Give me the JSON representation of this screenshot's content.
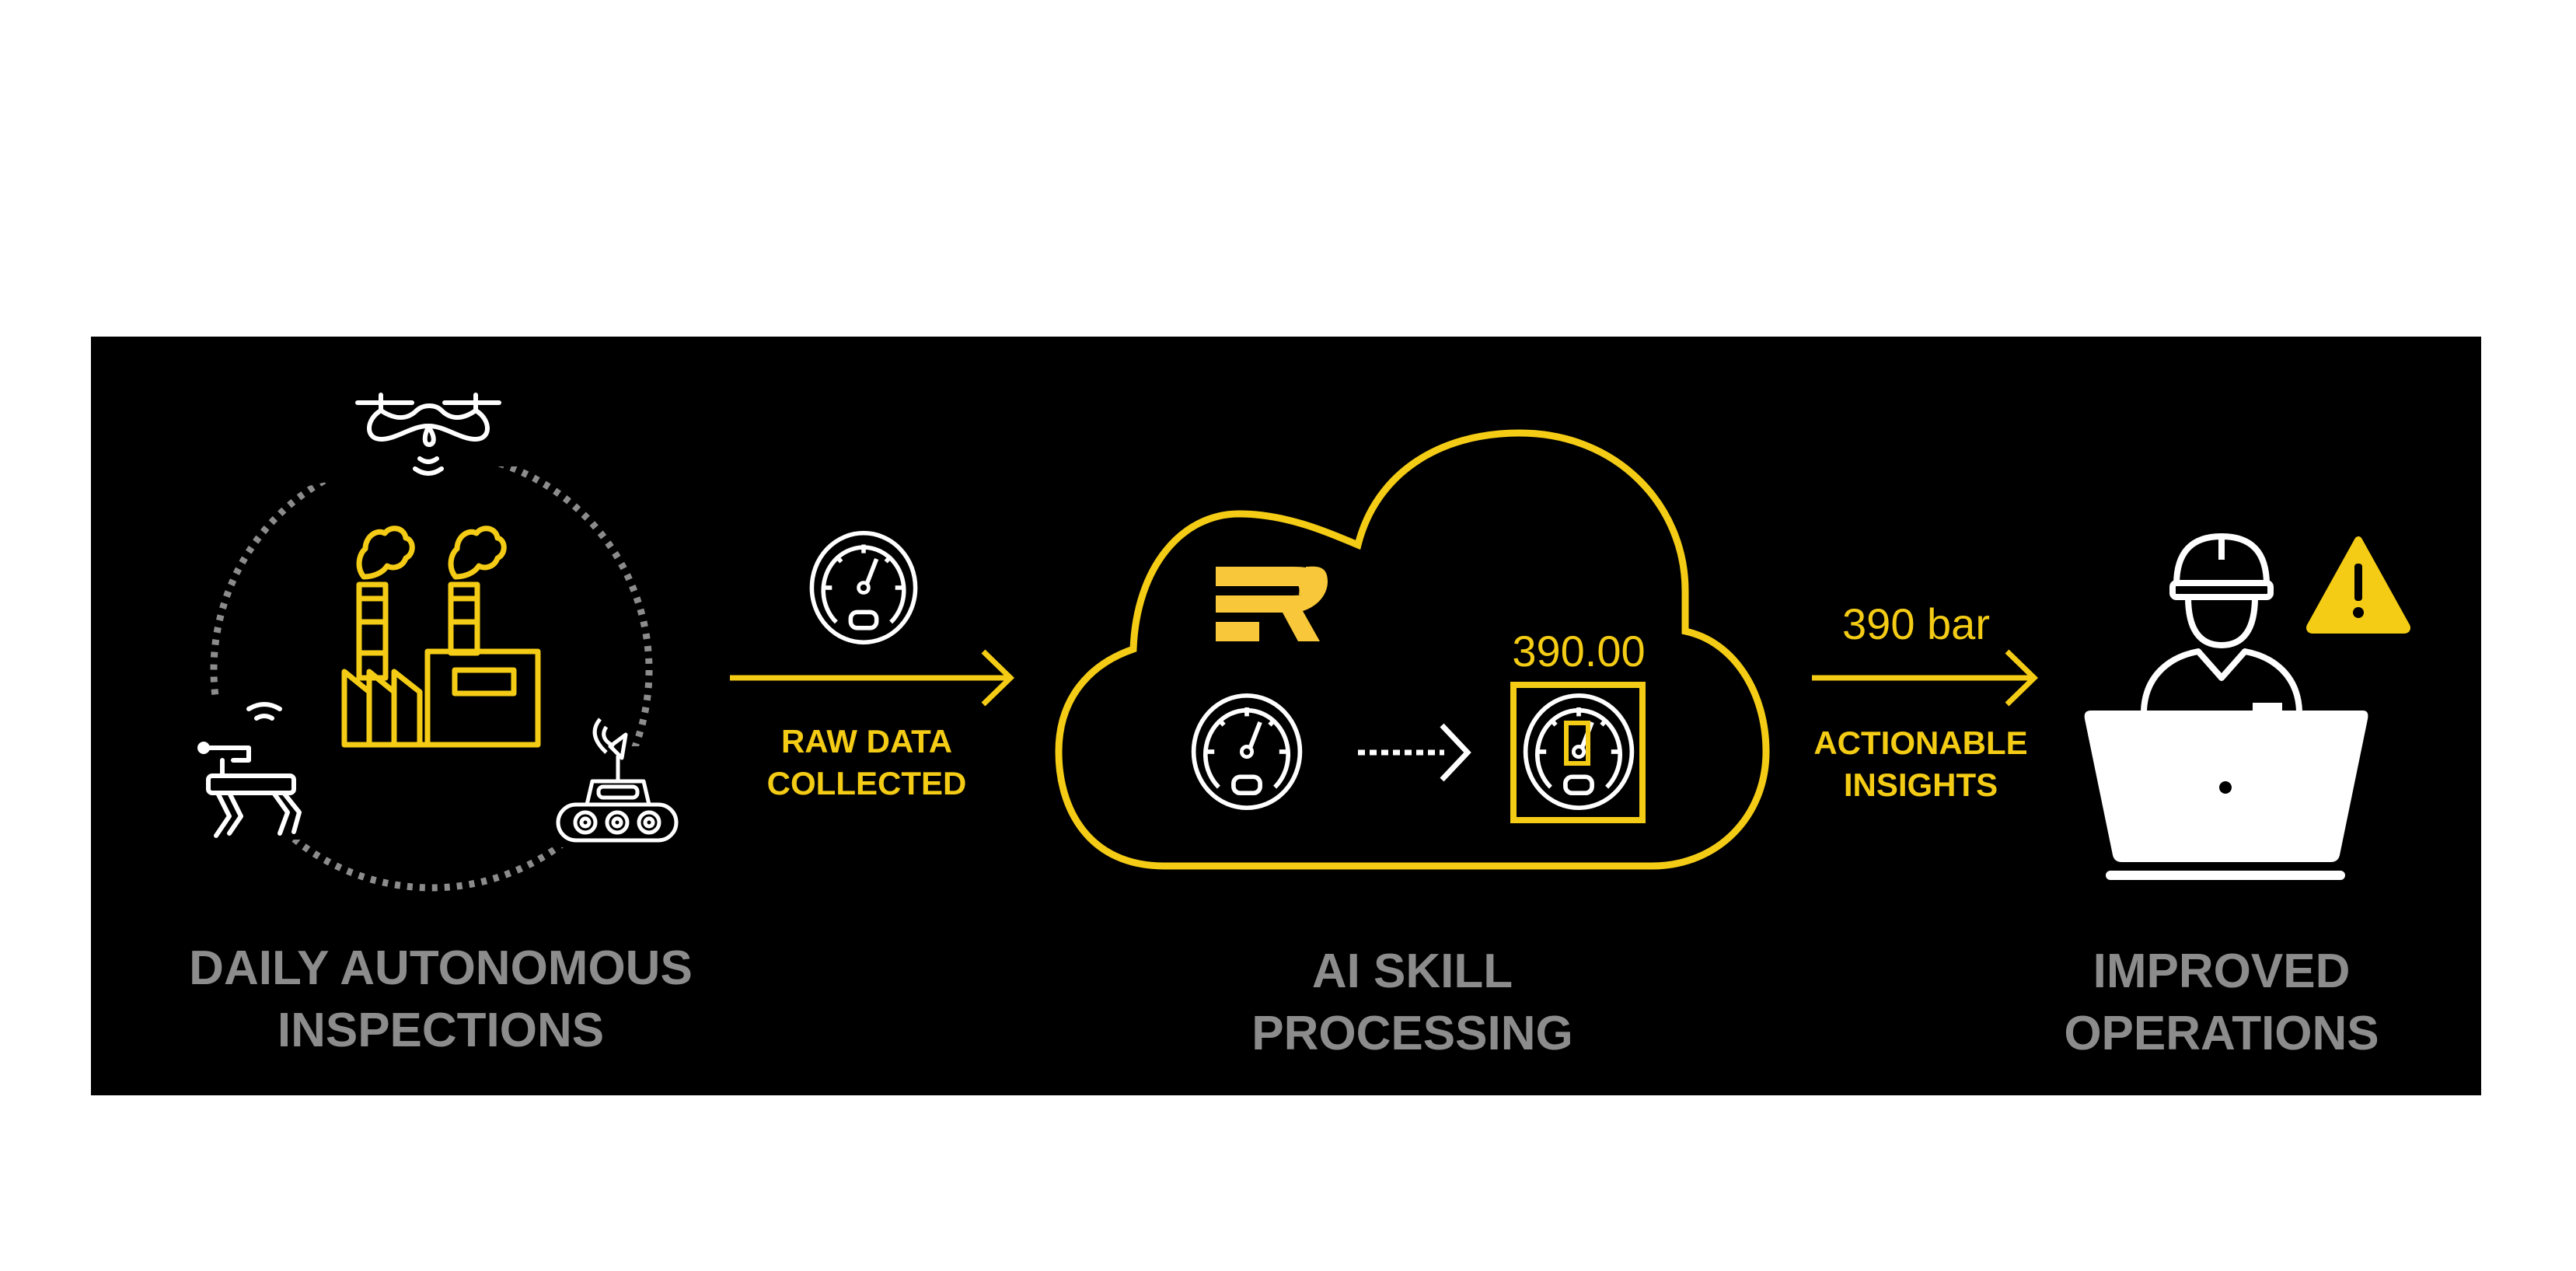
{
  "colors": {
    "background": "#000000",
    "accent": "#f4cc15",
    "label_gray": "#8c8c8c",
    "icon_white": "#ffffff"
  },
  "stages": {
    "inspections": {
      "line1": "DAILY AUTONOMOUS",
      "line2": "INSPECTIONS"
    },
    "processing": {
      "line1": "AI SKILL",
      "line2": "PROCESSING"
    },
    "operations": {
      "line1": "IMPROVED",
      "line2": "OPERATIONS"
    }
  },
  "flow": {
    "raw": {
      "line1": "RAW DATA",
      "line2": "COLLECTED"
    },
    "insights": {
      "line1": "ACTIONABLE",
      "line2": "INSIGHTS",
      "value": "390 bar"
    }
  },
  "reading": {
    "value": "390.00"
  },
  "icons": [
    "drone-icon",
    "factory-icon",
    "robot-dog-icon",
    "tracked-robot-icon",
    "gauge-icon",
    "cloud-icon",
    "logo-icon",
    "worker-icon",
    "laptop-icon",
    "warning-icon"
  ]
}
